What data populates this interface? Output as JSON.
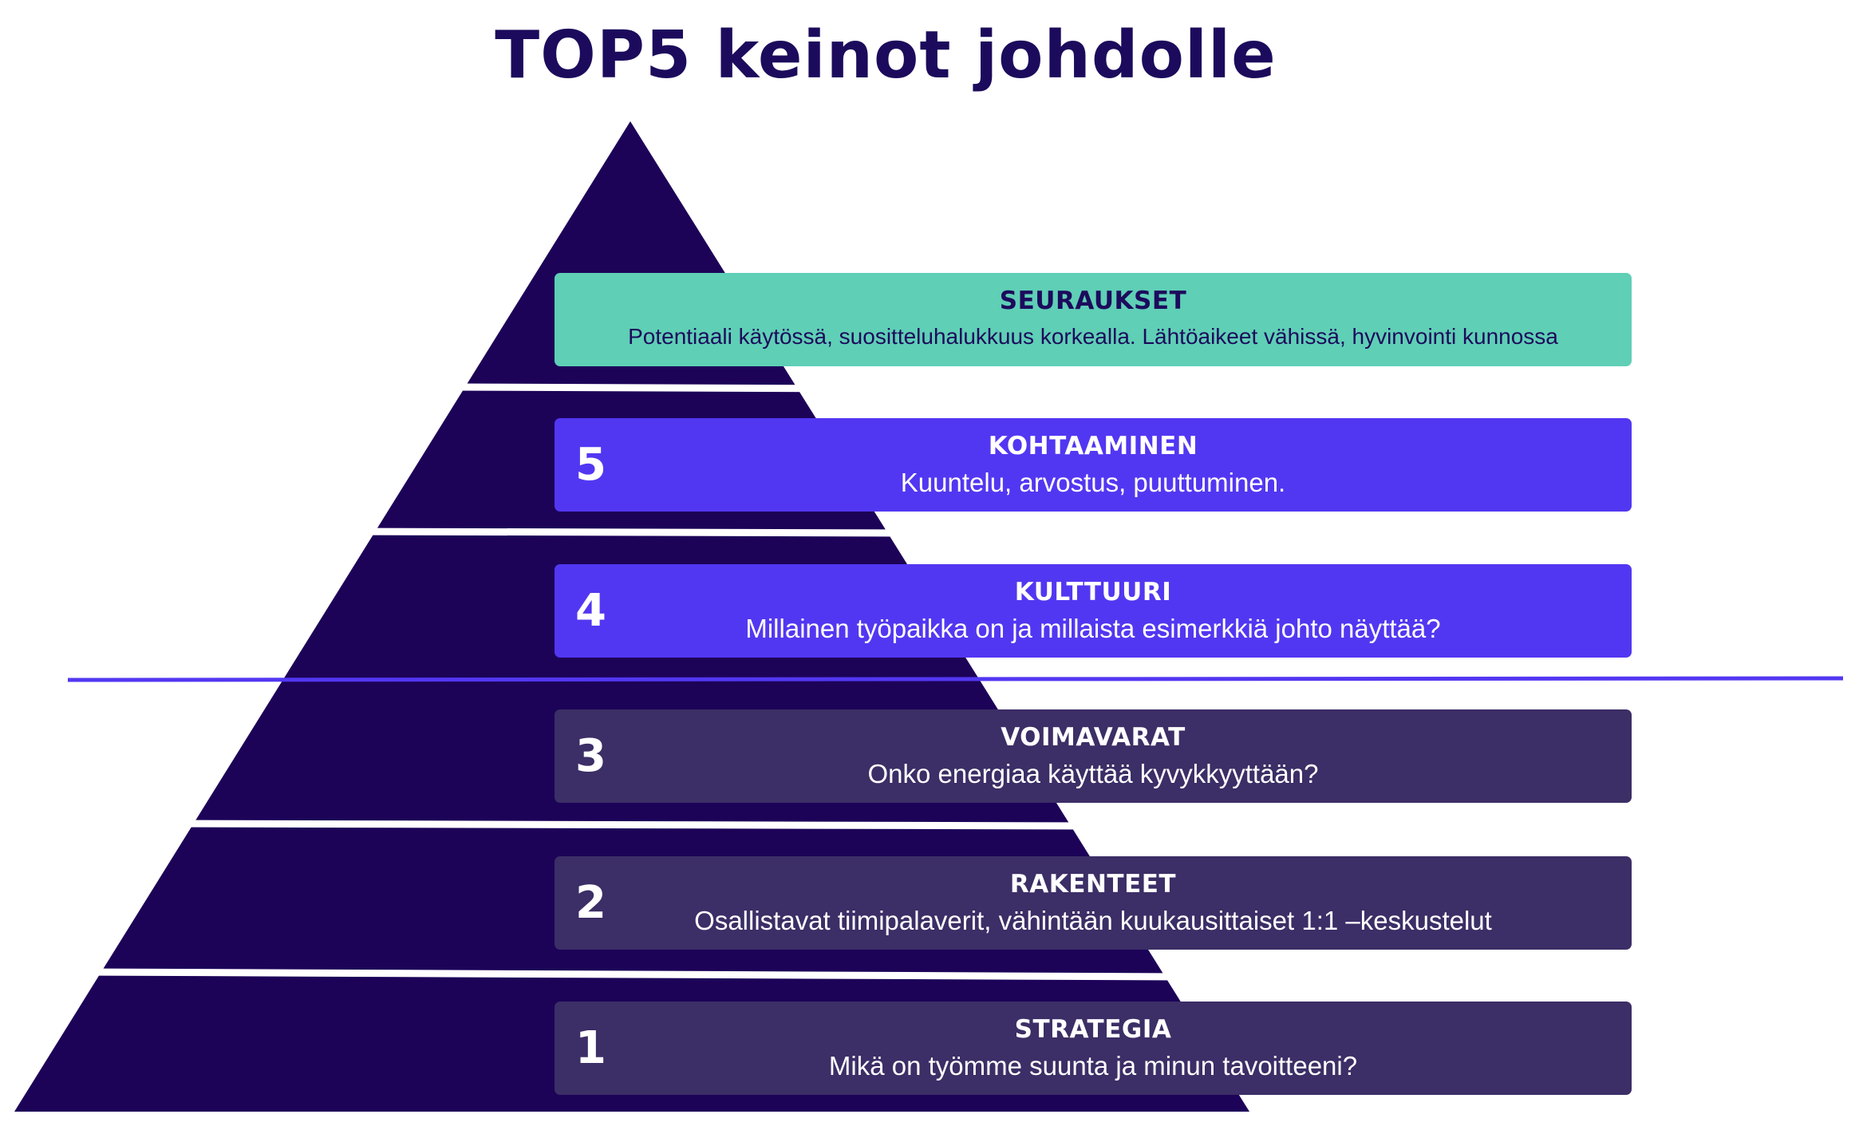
{
  "title": "TOP5 keinot johdolle",
  "colors": {
    "pyramid": "#1c0358",
    "seuraukset": "#5fcfb6",
    "upper_levels": "#5237f2",
    "lower_levels": "#3c2e66",
    "divider_line": "#5237f2",
    "title": "#1c0b5c"
  },
  "seuraukset": {
    "heading": "SEURAUKSET",
    "text": "Potentiaali käytössä, suositteluhalukkuus korkealla. Lähtöaikeet vähissä, hyvinvointi kunnossa"
  },
  "levels": [
    {
      "number": "5",
      "heading": "KOHTAAMINEN",
      "text": "Kuuntelu, arvostus, puuttuminen."
    },
    {
      "number": "4",
      "heading": "KULTTUURI",
      "text": "Millainen työpaikka on ja millaista esimerkkiä johto näyttää?"
    },
    {
      "number": "3",
      "heading": "VOIMAVARAT",
      "text": "Onko energiaa käyttää kyvykkyyttään?"
    },
    {
      "number": "2",
      "heading": "RAKENTEET",
      "text": "Osallistavat tiimipalaverit, vähintään kuukausittaiset 1:1 –keskustelut"
    },
    {
      "number": "1",
      "heading": "STRATEGIA",
      "text": "Mikä on työmme suunta ja minun tavoitteeni?"
    }
  ]
}
